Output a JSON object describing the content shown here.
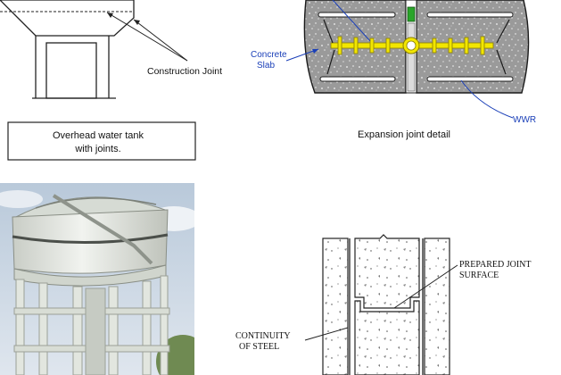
{
  "tank_diagram": {
    "label": "Construction Joint",
    "caption_line1": "Overhead water tank",
    "caption_line2": "with joints."
  },
  "expansion_joint": {
    "slab_label_line1": "Concrete",
    "slab_label_line2": "Slab",
    "wwr_label": "WWR",
    "caption": "Expansion joint detail",
    "colors": {
      "concrete": "#9a9a9a",
      "waterstop": "#f2e600",
      "sealant": "#2aa52a",
      "outline": "#1a1a1a",
      "leader": "#1a3fb8"
    }
  },
  "construction_joint_detail": {
    "label_line1": "PREPARED JOINT",
    "label_line2": "SURFACE",
    "steel_line1": "CONTINUITY",
    "steel_line2": "OF STEEL"
  },
  "photo": {
    "colors": {
      "sky": "#c9d6e4",
      "tank": "#e9ece7",
      "frame": "#dde3dc",
      "trees": "#6f8a52"
    }
  }
}
